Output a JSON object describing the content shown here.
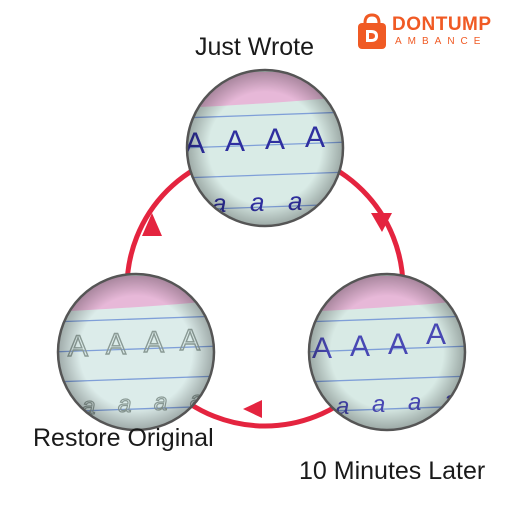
{
  "captions": {
    "just_wrote": "Just Wrote",
    "restore_original": "Restore Original",
    "ten_minutes_later": "10 Minutes Later"
  },
  "logo": {
    "brand_top": "DONTUMP",
    "brand_bottom": "AMBANCE",
    "color": "#f05a24"
  },
  "samples": {
    "uppercase_letter": "A",
    "lowercase_letter": "a"
  },
  "colors": {
    "arrow": "#e4243f",
    "paper_page": "#d9ebe6",
    "pink_strip": "#e7b8d8",
    "guide_line": "#7f9fd8",
    "ink_fresh": "#2f2fa0",
    "ink_faded": "#4848b4",
    "groove": "#8a9a95"
  }
}
